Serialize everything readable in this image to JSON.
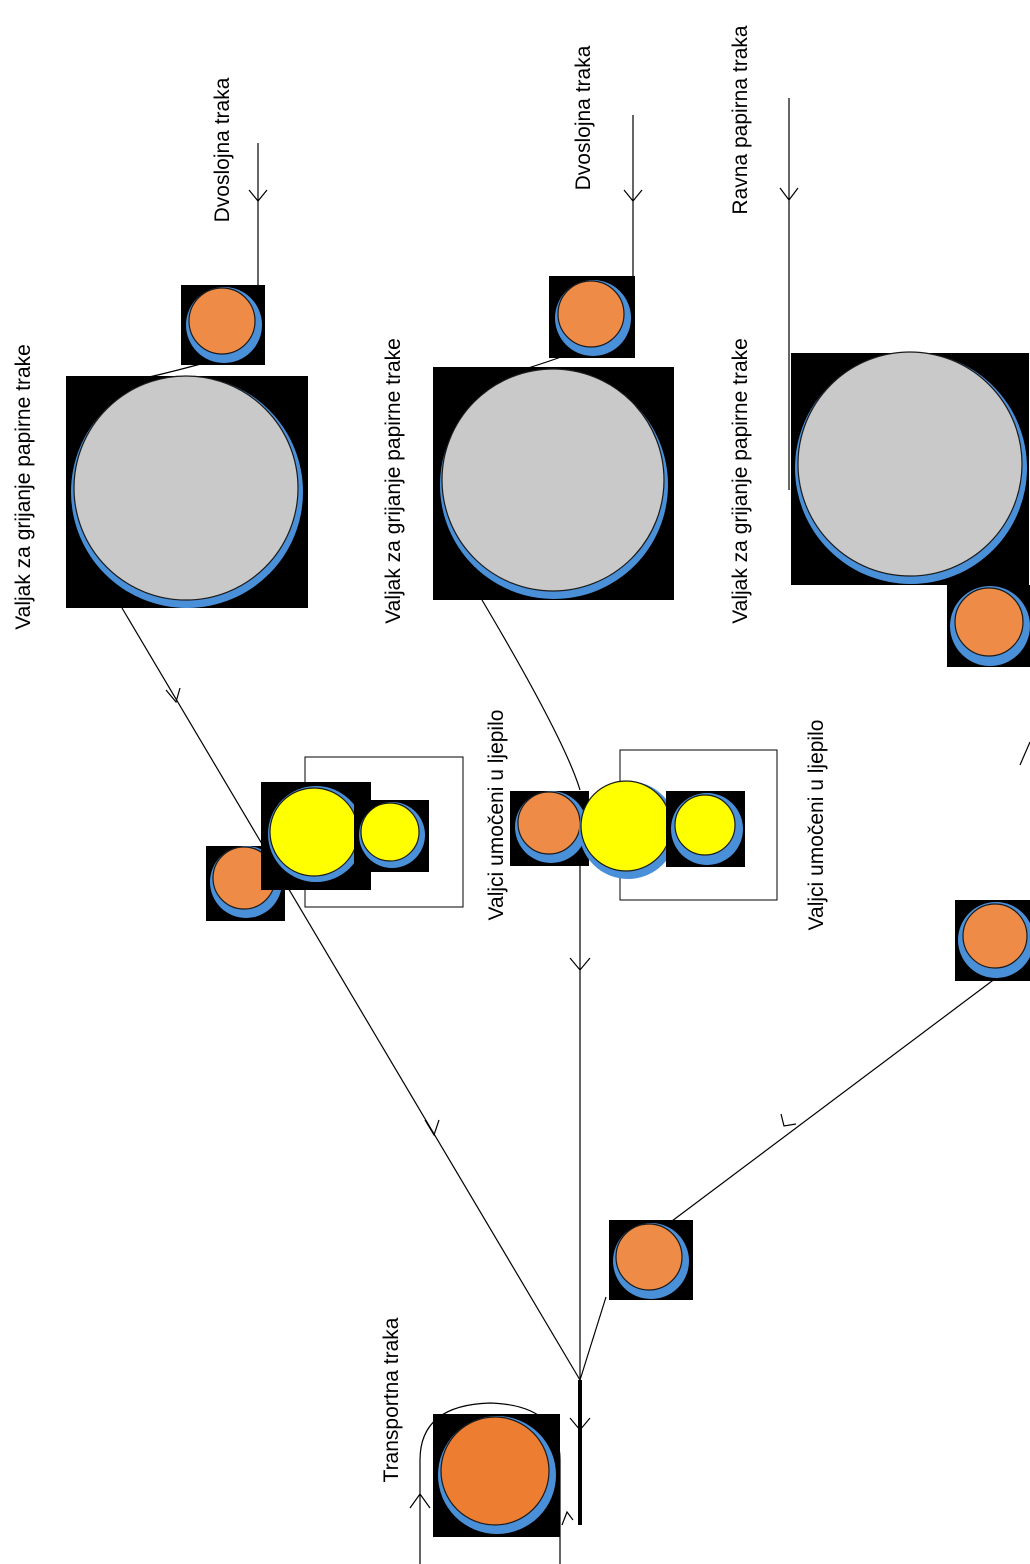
{
  "labels": {
    "dvoslojna_1": "Dvoslojna traka",
    "dvoslojna_2": "Dvoslojna traka",
    "ravna": "Ravna papirna traka",
    "valjak_1": "Valjak za grijanje papirne trake",
    "valjak_2": "Valjak za grijanje papirne trake",
    "valjak_3": "Valjak za grijanje papirne trake",
    "ljepilo_1": "Valjci umočeni u ljepilo",
    "ljepilo_2": "Valjci umočeni u ljepilo",
    "transportna": "Transportna traka"
  },
  "colors": {
    "guide_roller": "#ee8c47",
    "transport_roller": "#ed7d31",
    "heating_roller": "#c9c9c9",
    "glue_roller": "#ffff00",
    "roller_rim": "#4a90d9",
    "roller_background": "#000000"
  }
}
